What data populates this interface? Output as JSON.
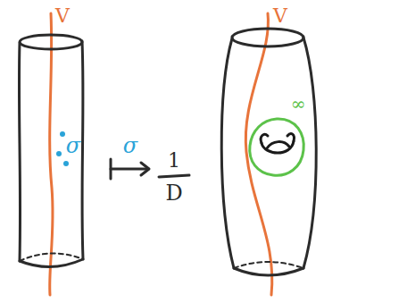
{
  "diagram": {
    "labels": [
      "V",
      "σ",
      "σ",
      "1",
      "D",
      "V",
      "∞"
    ]
  }
}
